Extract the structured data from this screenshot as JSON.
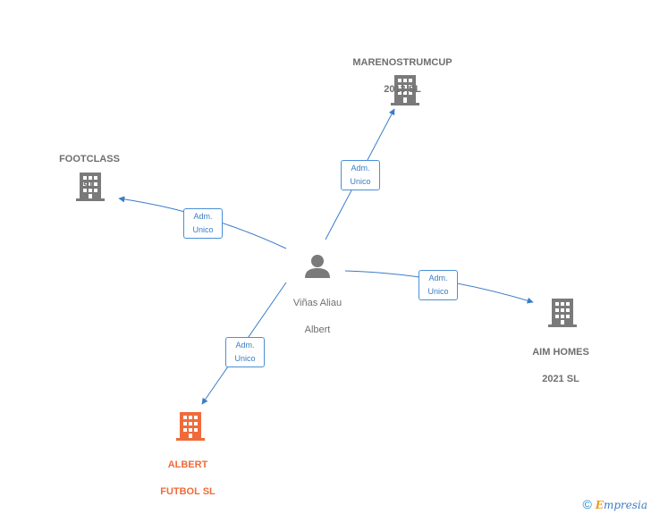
{
  "colors": {
    "edge": "#3a7dc6",
    "building": "#7a7a7a",
    "building_highlight": "#ef6b3b",
    "person": "#7a7a7a"
  },
  "center": {
    "name_line1": "Viñas Aliau",
    "name_line2": "Albert",
    "icon": "person-icon"
  },
  "nodes": {
    "marenostrum": {
      "line1": "MARENOSTRUMCUP",
      "line2": "2013  SL",
      "icon": "building-icon"
    },
    "footclass": {
      "line1": "FOOTCLASS",
      "line2": "SL",
      "icon": "building-icon"
    },
    "aimhomes": {
      "line1": "AIM HOMES",
      "line2": "2021  SL",
      "icon": "building-icon"
    },
    "albert": {
      "line1": "ALBERT",
      "line2": "FUTBOL  SL",
      "icon": "building-icon"
    }
  },
  "edge_label": {
    "line1": "Adm.",
    "line2": "Unico"
  },
  "footer": {
    "copyright": "©",
    "brand_e": "E",
    "brand_rest": "mpresia"
  }
}
